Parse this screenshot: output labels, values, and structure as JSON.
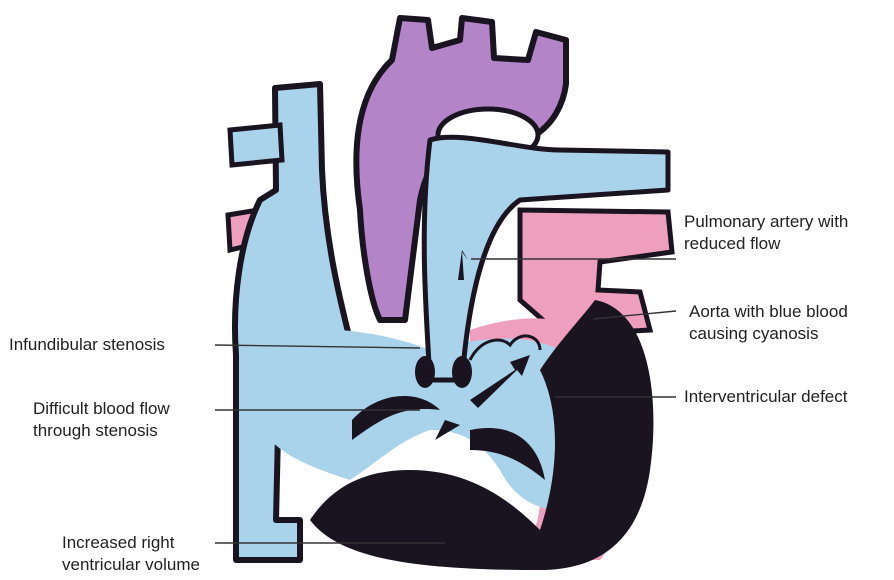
{
  "colors": {
    "background": "#ffffff",
    "outline": "#1a1320",
    "deoxygenated_blue": "#a9d3ea",
    "oxygenated_pink": "#ee9fbd",
    "aorta_purple": "#b484c8",
    "label_text": "#222222"
  },
  "labels": {
    "pulmonary_artery": {
      "line1": "Pulmonary artery with",
      "line2": "reduced flow"
    },
    "aorta": {
      "line1": "Aorta with blue blood",
      "line2": "causing cyanosis"
    },
    "infundibular_stenosis": {
      "line1": "Infundibular stenosis"
    },
    "interventricular_defect": {
      "line1": "Interventricular defect"
    },
    "difficult_flow": {
      "line1": "Difficult blood flow",
      "line2": "through stenosis"
    },
    "right_ventricle": {
      "line1": "Increased right",
      "line2": "ventricular volume"
    }
  }
}
